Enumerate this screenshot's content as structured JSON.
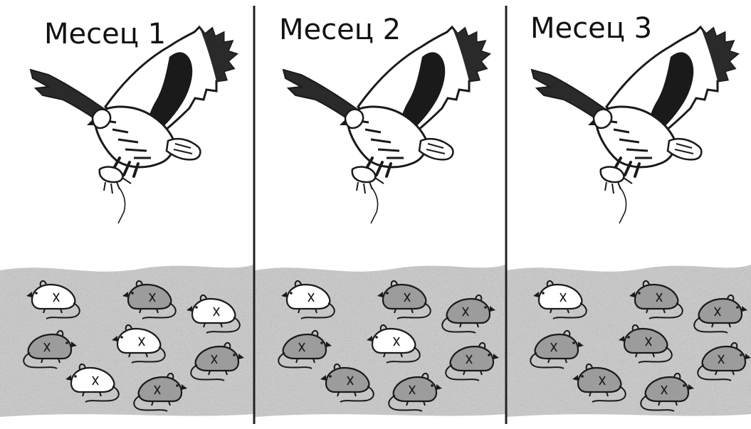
{
  "panels": [
    {
      "title": "Месец 1",
      "mice": [
        {
          "color": "white",
          "facing": "left"
        },
        {
          "color": "dark",
          "facing": "left"
        },
        {
          "color": "white",
          "facing": "left"
        },
        {
          "color": "dark",
          "facing": "right"
        },
        {
          "color": "white",
          "facing": "left"
        },
        {
          "color": "dark",
          "facing": "right"
        },
        {
          "color": "white",
          "facing": "left"
        },
        {
          "color": "dark",
          "facing": "right"
        }
      ]
    },
    {
      "title": "Месец 2",
      "mice": [
        {
          "color": "white",
          "facing": "left"
        },
        {
          "color": "dark",
          "facing": "left"
        },
        {
          "color": "dark",
          "facing": "right"
        },
        {
          "color": "dark",
          "facing": "right"
        },
        {
          "color": "white",
          "facing": "left"
        },
        {
          "color": "dark",
          "facing": "right"
        },
        {
          "color": "dark",
          "facing": "left"
        },
        {
          "color": "dark",
          "facing": "right"
        }
      ]
    },
    {
      "title": "Месец 3",
      "mice": [
        {
          "color": "white",
          "facing": "left"
        },
        {
          "color": "dark",
          "facing": "left"
        },
        {
          "color": "dark",
          "facing": "right"
        },
        {
          "color": "dark",
          "facing": "right"
        },
        {
          "color": "dark",
          "facing": "left"
        },
        {
          "color": "dark",
          "facing": "right"
        },
        {
          "color": "dark",
          "facing": "left"
        },
        {
          "color": "dark",
          "facing": "right"
        }
      ]
    }
  ],
  "colors": {
    "ground": "#c9c9c9",
    "ground_speckle": "#9a9a9a",
    "divider": "#222222",
    "white_mouse": "#ffffff",
    "dark_mouse": "#9c9c9c",
    "outline": "#1a1a1a"
  },
  "icons": {
    "predator": "eagle-icon",
    "prey": "mouse-icon"
  }
}
